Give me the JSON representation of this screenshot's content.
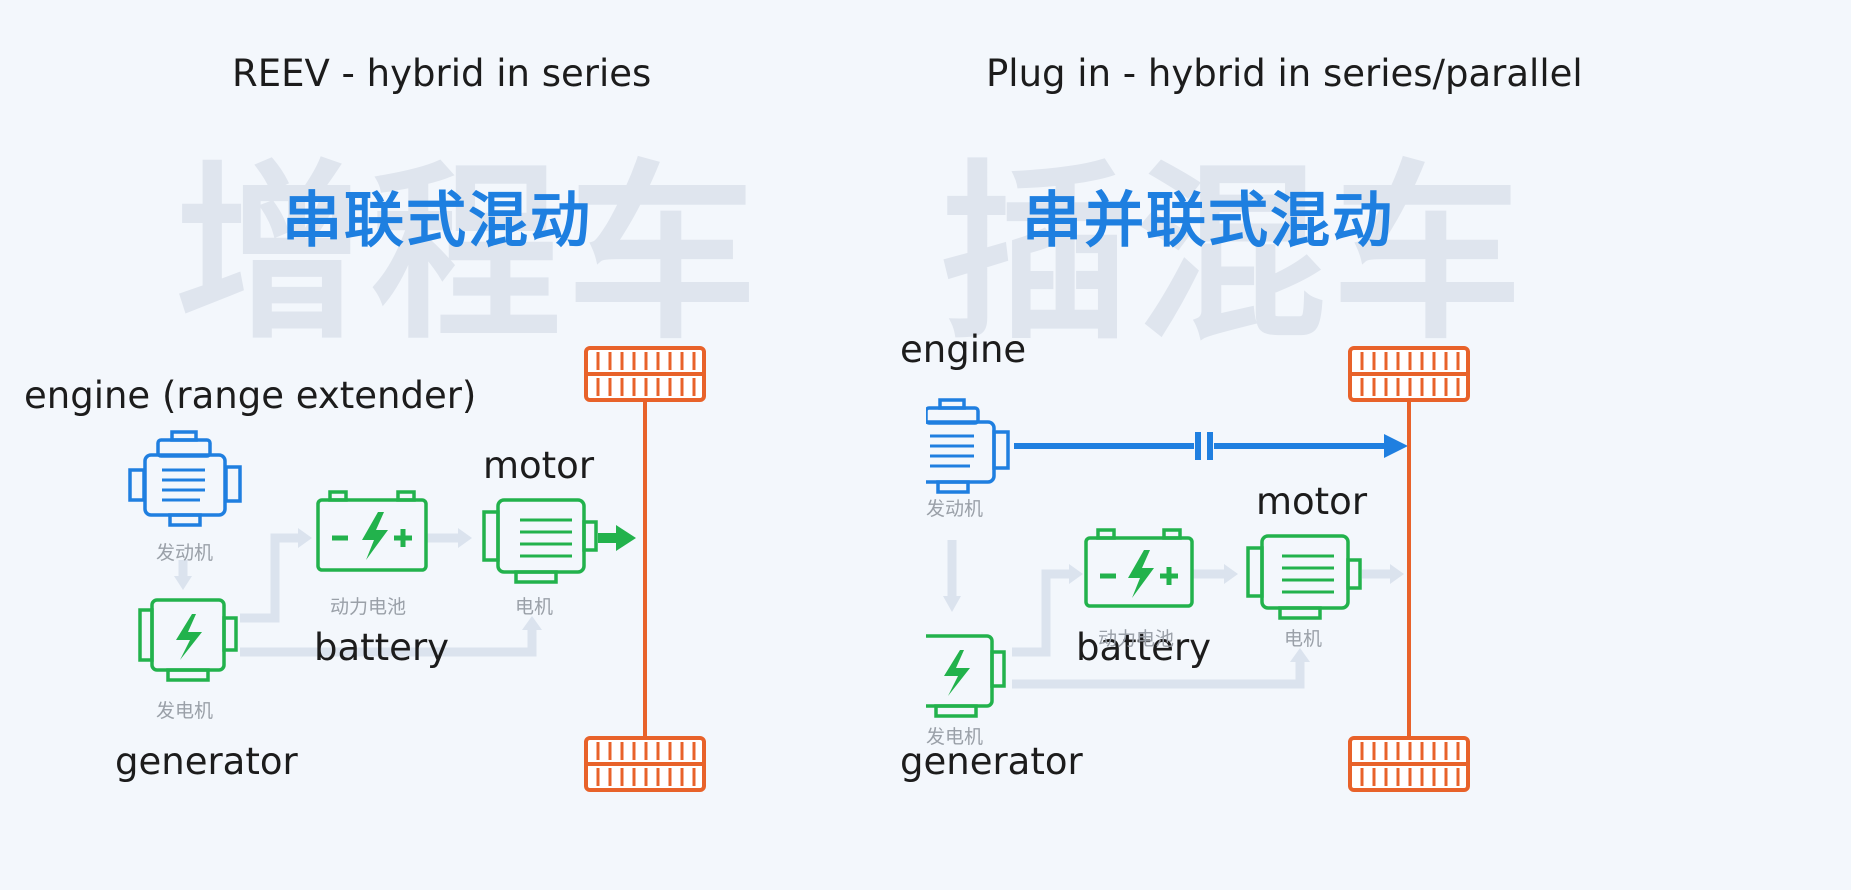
{
  "left": {
    "title": "REEV - hybrid in series",
    "watermark": "增程车",
    "headline": "串联式混动",
    "labels": {
      "engine": "engine (range extender)",
      "motor": "motor",
      "battery": "battery",
      "generator": "generator"
    },
    "cn": {
      "engine": "发动机",
      "battery": "动力电池",
      "motor": "电机",
      "generator": "发电机"
    }
  },
  "right": {
    "title": "Plug in - hybrid in series/parallel",
    "watermark": "插混车",
    "headline": "串并联式混动",
    "labels": {
      "engine": "engine",
      "motor": "motor",
      "battery": "battery",
      "generator": "generator"
    },
    "cn": {
      "engine": "发动机",
      "battery": "动力电池",
      "motor": "电机",
      "generator": "发电机"
    }
  },
  "colors": {
    "engine": "#1f7fe0",
    "electric": "#22b24c",
    "axle": "#e8622a",
    "flow": "#dbe3ee",
    "headline": "#1e7fe0"
  },
  "icons": [
    "engine-icon",
    "generator-icon",
    "battery-icon",
    "motor-icon",
    "wheel-icon",
    "clutch-icon"
  ]
}
